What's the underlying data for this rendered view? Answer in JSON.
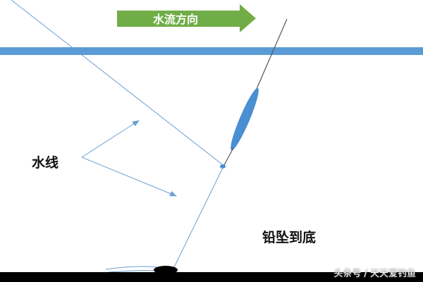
{
  "diagram": {
    "flow_direction_label": "水流方向",
    "water_line_label": "水线",
    "sinker_label": "铅坠到底",
    "watermark": "头条号 / 天天爱钓鱼"
  },
  "colors": {
    "water_surface": "#5b9bd5",
    "flow_arrow": "#70ad47",
    "fishing_line": "#6a9fd1",
    "float_body": "#4a8fd1",
    "bottom": "#000000",
    "text": "#111111"
  },
  "icons": {
    "flow_arrow": "right-arrow-icon",
    "float": "fishing-float-icon",
    "sinker": "sinker-icon"
  }
}
